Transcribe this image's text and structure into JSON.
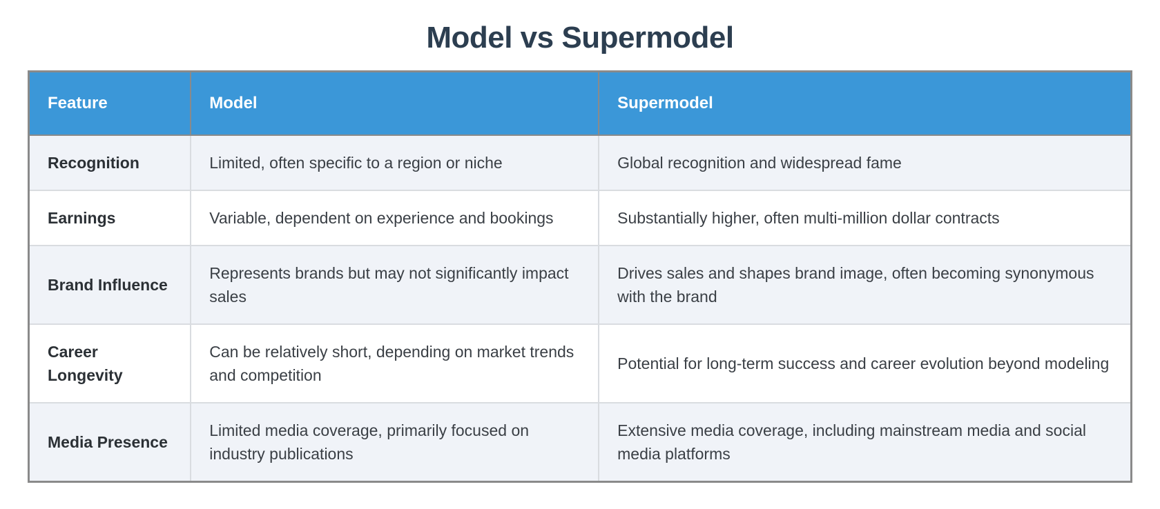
{
  "title": "Model vs Supermodel",
  "table": {
    "columns": [
      "Feature",
      "Model",
      "Supermodel"
    ],
    "rows": [
      {
        "feature": "Recognition",
        "model": "Limited, often specific to a region or niche",
        "supermodel": "Global recognition and widespread fame"
      },
      {
        "feature": "Earnings",
        "model": "Variable, dependent on experience and bookings",
        "supermodel": "Substantially higher, often multi-million dollar contracts"
      },
      {
        "feature": "Brand Influence",
        "model": "Represents brands but may not significantly impact sales",
        "supermodel": "Drives sales and shapes brand image, often becoming synonymous with the brand"
      },
      {
        "feature": "Career Longevity",
        "model": "Can be relatively short, depending on market trends and competition",
        "supermodel": "Potential for long-term success and career evolution beyond modeling"
      },
      {
        "feature": "Media Presence",
        "model": "Limited media coverage, primarily focused on industry publications",
        "supermodel": "Extensive media coverage, including mainstream media and social media platforms"
      }
    ]
  },
  "colors": {
    "header_bg": "#3b97d8",
    "header_text": "#ffffff",
    "title_text": "#2c3e50",
    "row_alt_bg": "#f0f3f8",
    "row_bg": "#ffffff",
    "body_text": "#3a3f45",
    "feature_text": "#2b3035",
    "border_outer": "#8a8a8a",
    "border_inner": "#d9dce0"
  }
}
